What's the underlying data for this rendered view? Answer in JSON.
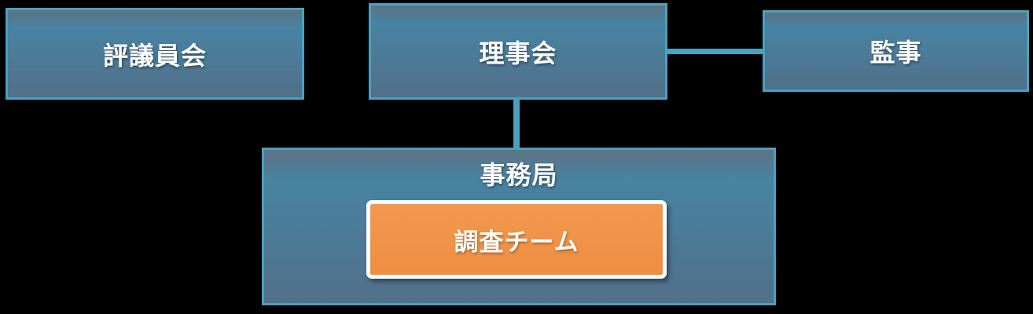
{
  "diagram": {
    "type": "org-chart",
    "nodes": {
      "councilors": {
        "label": "評議員会"
      },
      "directors": {
        "label": "理事会"
      },
      "auditor": {
        "label": "監事"
      },
      "secretariat": {
        "label": "事務局"
      },
      "research_team": {
        "label": "調査チーム"
      }
    },
    "edges": [
      {
        "from": "directors",
        "to": "auditor",
        "shape": "horizontal-line"
      },
      {
        "from": "directors",
        "to": "secretariat",
        "shape": "vertical-line"
      },
      {
        "from": "secretariat",
        "to": "research_team",
        "shape": "containment"
      }
    ]
  },
  "colors": {
    "bg": "#000000",
    "border": "#48a2c1",
    "grad-top": "#5d7383",
    "grad-mid": "#4783a2",
    "grad-bottom": "#527089",
    "orange-top": "#f2984f",
    "orange-bottom": "#ee8e41",
    "text": "#ffffff"
  }
}
